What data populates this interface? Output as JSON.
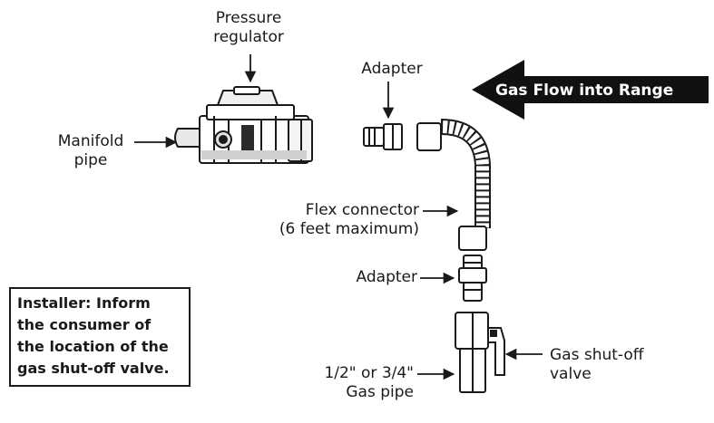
{
  "labels": {
    "pressure_regulator": [
      "Pressure",
      "regulator"
    ],
    "manifold_pipe": [
      "Manifold",
      "pipe"
    ],
    "adapter_top": "Adapter",
    "gas_flow": "Gas Flow into Range",
    "flex_connector": [
      "Flex connector",
      "(6 feet maximum)"
    ],
    "adapter_bottom": "Adapter",
    "gas_shutoff_valve": [
      "Gas shut-off",
      "valve"
    ],
    "gas_pipe": [
      "1/2\" or 3/4\"",
      "Gas pipe"
    ]
  },
  "installer_note": [
    "Installer: Inform",
    "the consumer of",
    "the location of the",
    "gas shut-off valve."
  ],
  "colors": {
    "ink": "#1a1a1a",
    "fill": "#ffffff"
  }
}
